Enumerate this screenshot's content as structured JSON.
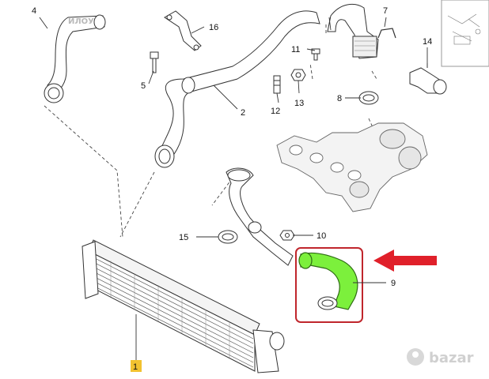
{
  "diagram": {
    "callouts": [
      {
        "id": "1",
        "label": "1"
      },
      {
        "id": "2",
        "label": "2"
      },
      {
        "id": "4",
        "label": "4"
      },
      {
        "id": "5",
        "label": "5"
      },
      {
        "id": "7",
        "label": "7"
      },
      {
        "id": "8",
        "label": "8"
      },
      {
        "id": "9",
        "label": "9"
      },
      {
        "id": "10",
        "label": "10"
      },
      {
        "id": "11",
        "label": "11"
      },
      {
        "id": "12",
        "label": "12"
      },
      {
        "id": "13",
        "label": "13"
      },
      {
        "id": "14",
        "label": "14"
      },
      {
        "id": "15",
        "label": "15"
      },
      {
        "id": "16",
        "label": "16"
      }
    ],
    "highlight": {
      "part": "9",
      "color": "#7cf03c",
      "box_color": "#c0262c",
      "arrow_color": "#e0202a"
    },
    "label_1_bg": "#f2c230"
  },
  "watermark_top": "ИЛОУ",
  "watermark_brand": "bazar"
}
